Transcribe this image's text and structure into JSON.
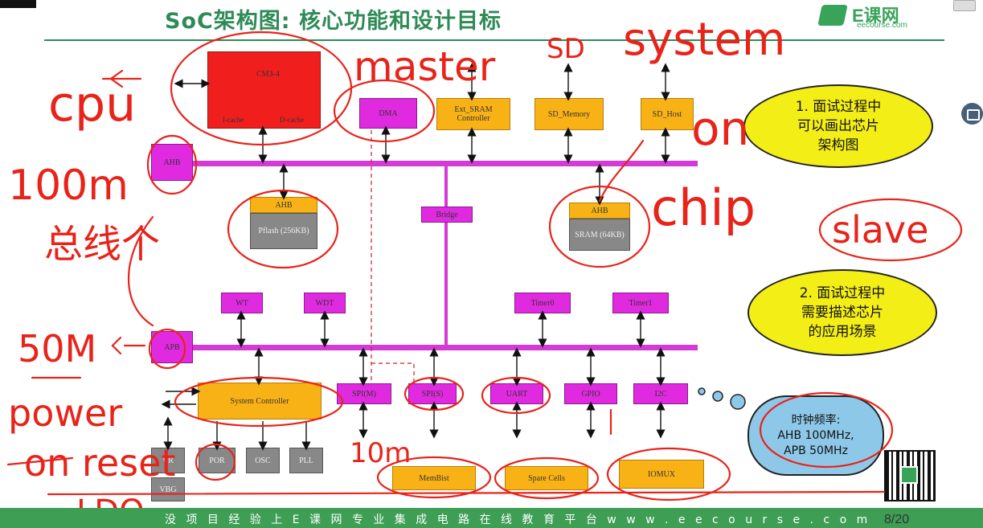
{
  "slide": {
    "title": "SoC架构图: 核心功能和设计目标",
    "logo_text": "E课网",
    "logo_sub": "eecourse.com",
    "footer_text": "没 项 目 经 验 上 E 课 网 专 业 集 成 电 路 在 线 教 育 平 台 w w w . e e c o u r s e . c o m",
    "page_number": "8/20"
  },
  "blocks": {
    "cpu": "CM3-4",
    "cpu_cache": "I-cache",
    "cpu_dcache": "D-cache",
    "dma": "DMA",
    "ext_sram": "Ext_SRAM Controller",
    "sd_memory": "SD_Memory",
    "sd_host": "SD_Host",
    "ahb_bridge_left": "AHB",
    "ahb_left": "AHB",
    "pflash": "Pflash (256KB)",
    "bridge": "Bridge",
    "ahb_right": "AHB",
    "sram": "SRAM (64KB)",
    "wt": "WT",
    "wdt": "WDT",
    "timer0": "Timer0",
    "timer1": "Timer1",
    "apb": "APB",
    "system_controller": "System Controller",
    "spi_m": "SPI(M)",
    "spi_s": "SPI(S)",
    "uart": "UART",
    "gpio": "GPIO",
    "i2c": "I2C",
    "vr": "VR",
    "por": "POR",
    "osc": "OSC",
    "pll": "PLL",
    "vbg": "VBG",
    "membist": "MemBist",
    "spare_cells": "Spare Cells",
    "iomux": "IOMUX"
  },
  "bubbles": {
    "bubble1": "1. 面试过程中\n可以画出芯片\n架构图",
    "bubble2": "2. 面试过程中\n需要描述芯片\n的应用场景",
    "cloud_title": "时钟频率:",
    "cloud_line1": "AHB 100MHz,",
    "cloud_line2": "APB 50MHz"
  },
  "handwriting": {
    "cpu": "cpu",
    "master": "master",
    "system": "system",
    "on": "on",
    "chip": "chip",
    "slave": "slave",
    "speed_100m": "100m",
    "bus_label": "总线个",
    "speed_50m": "50M",
    "power": "power",
    "on_reset": "on reset",
    "ldo": "LDO",
    "speed_10m": "10m",
    "sd": "SD"
  },
  "colors": {
    "bus": "#d63ad6",
    "magenta_block": "#e02ae0",
    "orange_block": "#f9b216",
    "cpu_red": "#f11e1e",
    "ink": "#e8231a",
    "title_green": "#2e8b57",
    "bubble_yellow": "#f4ee17",
    "cloud_blue": "#8ec8e8"
  }
}
